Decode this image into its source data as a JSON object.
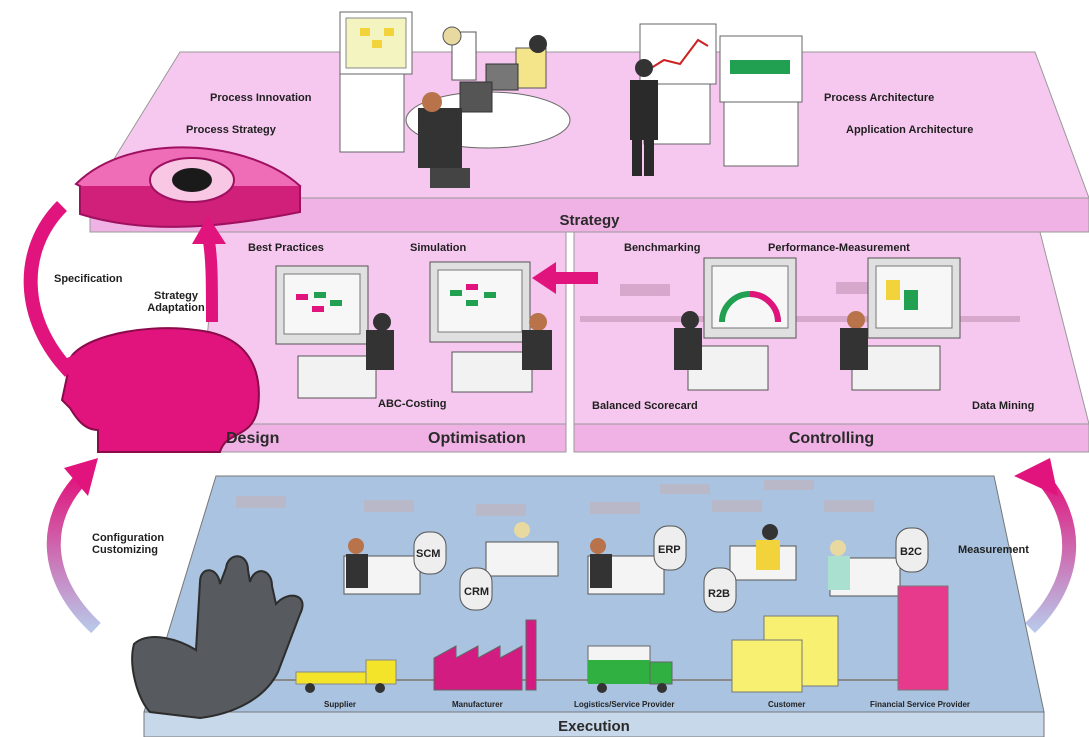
{
  "strategy_layer": {
    "title": "Strategy",
    "left_labels": [
      "Process Innovation",
      "Process Strategy"
    ],
    "right_labels": [
      "Process Architecture",
      "Application Architecture"
    ]
  },
  "design_layer": {
    "title_left": "Design",
    "title_right": "Optimisation",
    "labels": {
      "best_practices": "Best Practices",
      "simulation": "Simulation",
      "abc_costing": "ABC-Costing"
    }
  },
  "controlling_layer": {
    "title": "Controlling",
    "labels": {
      "benchmarking": "Benchmarking",
      "performance_measurement": "Performance-Measurement",
      "balanced_scorecard": "Balanced Scorecard",
      "data_mining": "Data Mining"
    }
  },
  "execution_layer": {
    "title": "Execution",
    "systems": [
      "SCM",
      "CRM",
      "ERP",
      "R2B",
      "B2C"
    ],
    "actors": [
      "Supplier",
      "Manufacturer",
      "Logistics/Service Provider",
      "Customer",
      "Financial Service Provider"
    ]
  },
  "arrows": {
    "specification": "Specification",
    "strategy_adaptation": "Strategy Adaptation",
    "configuration_customizing": "Configuration Customizing",
    "measurement": "Measurement"
  },
  "colors": {
    "pink_layer": "#f6c8ef",
    "pink_bar": "#f2b5e8",
    "magenta": "#e0147c",
    "execution_blue": "#a9c3e0",
    "execution_bar": "#c7d8ea"
  }
}
